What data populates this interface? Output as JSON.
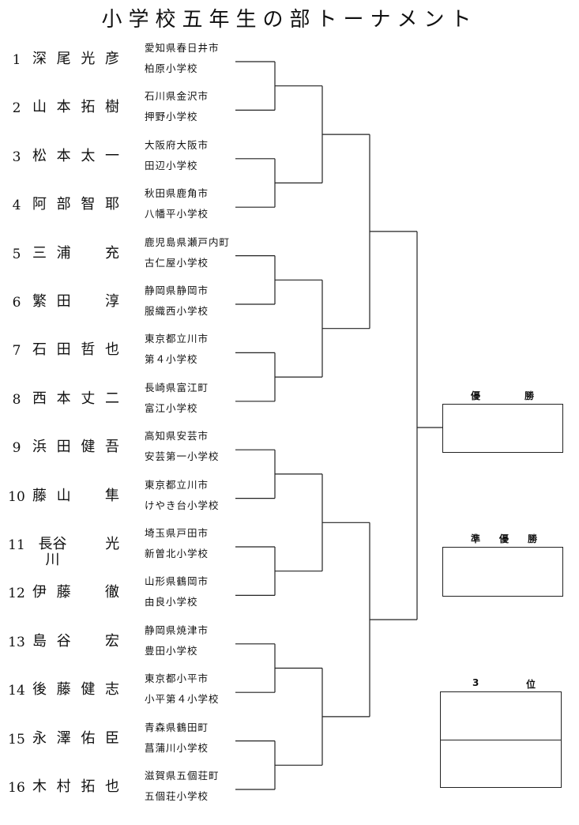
{
  "title": "小学校五年生の部トーナメント",
  "players": [
    {
      "num": "1",
      "name": [
        "深",
        "尾",
        "光",
        "彦"
      ],
      "city": "愛知県春日井市",
      "school": "柏原小学校"
    },
    {
      "num": "2",
      "name": [
        "山",
        "本",
        "拓",
        "樹"
      ],
      "city": "石川県金沢市",
      "school": "押野小学校"
    },
    {
      "num": "3",
      "name": [
        "松",
        "本",
        "太",
        "一"
      ],
      "city": "大阪府大阪市",
      "school": "田辺小学校"
    },
    {
      "num": "4",
      "name": [
        "阿",
        "部",
        "智",
        "耶"
      ],
      "city": "秋田県鹿角市",
      "school": "八幡平小学校"
    },
    {
      "num": "5",
      "name": [
        "三",
        "浦",
        "",
        "充"
      ],
      "city": "鹿児島県瀬戸内町",
      "school": "古仁屋小学校"
    },
    {
      "num": "6",
      "name": [
        "繁",
        "田",
        "",
        "淳"
      ],
      "city": "静岡県静岡市",
      "school": "服織西小学校"
    },
    {
      "num": "7",
      "name": [
        "石",
        "田",
        "哲",
        "也"
      ],
      "city": "東京都立川市",
      "school": "第４小学校"
    },
    {
      "num": "8",
      "name": [
        "西",
        "本",
        "丈",
        "二"
      ],
      "city": "長崎県富江町",
      "school": "富江小学校"
    },
    {
      "num": "9",
      "name": [
        "浜",
        "田",
        "健",
        "吾"
      ],
      "city": "高知県安芸市",
      "school": "安芸第一小学校"
    },
    {
      "num": "10",
      "name": [
        "藤",
        "山",
        "",
        "隼"
      ],
      "city": "東京都立川市",
      "school": "けやき台小学校"
    },
    {
      "num": "11",
      "name": [
        "長谷川",
        "",
        "",
        "光"
      ],
      "city": "埼玉県戸田市",
      "school": "新曽北小学校"
    },
    {
      "num": "12",
      "name": [
        "伊",
        "藤",
        "",
        "徹"
      ],
      "city": "山形県鶴岡市",
      "school": "由良小学校"
    },
    {
      "num": "13",
      "name": [
        "島",
        "谷",
        "",
        "宏"
      ],
      "city": "静岡県焼津市",
      "school": "豊田小学校"
    },
    {
      "num": "14",
      "name": [
        "後",
        "藤",
        "健",
        "志"
      ],
      "city": "東京都小平市",
      "school": "小平第４小学校"
    },
    {
      "num": "15",
      "name": [
        "永",
        "澤",
        "佑",
        "臣"
      ],
      "city": "青森県鶴田町",
      "school": "菖蒲川小学校"
    },
    {
      "num": "16",
      "name": [
        "木",
        "村",
        "拓",
        "也"
      ],
      "city": "滋賀県五個荘町",
      "school": "五個荘小学校"
    }
  ],
  "results": {
    "champion": [
      "優",
      "勝"
    ],
    "runner_up": [
      "準",
      "優",
      "勝"
    ],
    "third": [
      "3",
      "位"
    ]
  }
}
